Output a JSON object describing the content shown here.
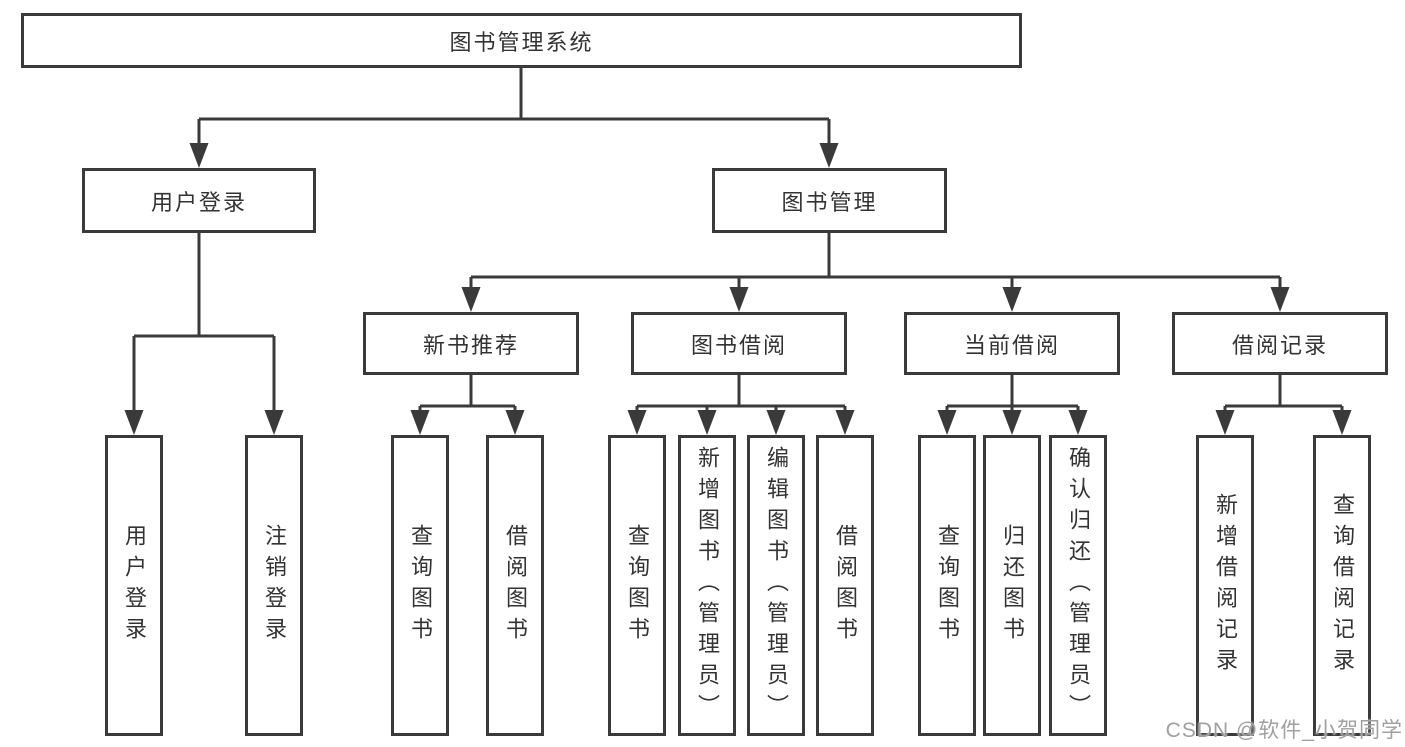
{
  "tree": {
    "label": "图书管理系统",
    "children": [
      {
        "label": "用户登录",
        "children": [
          {
            "label": "用户登录"
          },
          {
            "label": "注销登录"
          }
        ]
      },
      {
        "label": "图书管理",
        "children": [
          {
            "label": "新书推荐",
            "children": [
              {
                "label": "查询图书"
              },
              {
                "label": "借阅图书"
              }
            ]
          },
          {
            "label": "图书借阅",
            "children": [
              {
                "label": "查询图书"
              },
              {
                "label": "新增图书（管理员）"
              },
              {
                "label": "编辑图书（管理员）"
              },
              {
                "label": "借阅图书"
              }
            ]
          },
          {
            "label": "当前借阅",
            "children": [
              {
                "label": "查询图书"
              },
              {
                "label": "归还图书"
              },
              {
                "label": "确认归还（管理员）"
              }
            ]
          },
          {
            "label": "借阅记录",
            "children": [
              {
                "label": "新增借阅记录"
              },
              {
                "label": "查询借阅记录"
              }
            ]
          }
        ]
      }
    ]
  },
  "watermark": "CSDN @软件_小贺同学",
  "colors": {
    "line": "#3a3a3a",
    "text": "#333333",
    "background": "#ffffff",
    "watermark": "#a0a0a0"
  }
}
